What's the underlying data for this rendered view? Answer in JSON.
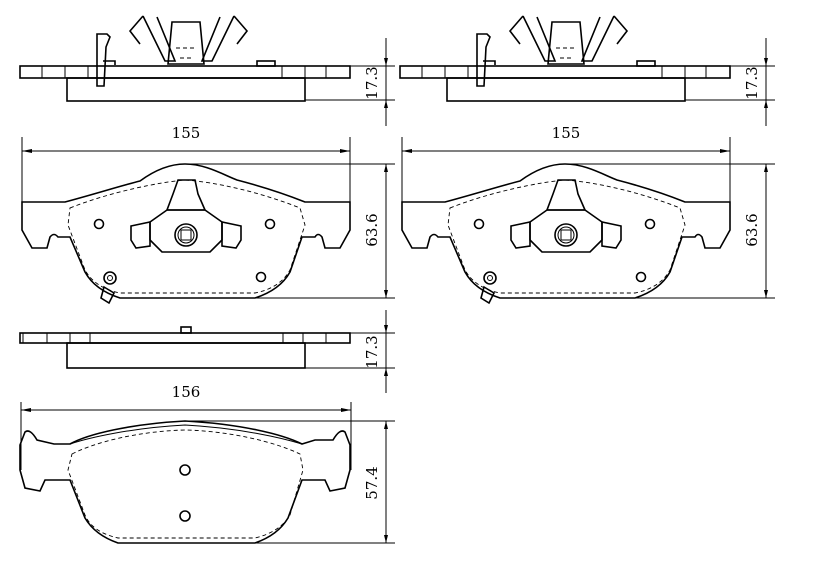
{
  "drawing": {
    "pad_a": {
      "top_thickness": "17.3",
      "width": "155",
      "height": "63.6"
    },
    "pad_b": {
      "top_thickness": "17.3",
      "width": "155",
      "height": "63.6"
    },
    "pad_c": {
      "side_thickness": "17.3",
      "width": "156",
      "height": "57.4"
    }
  }
}
